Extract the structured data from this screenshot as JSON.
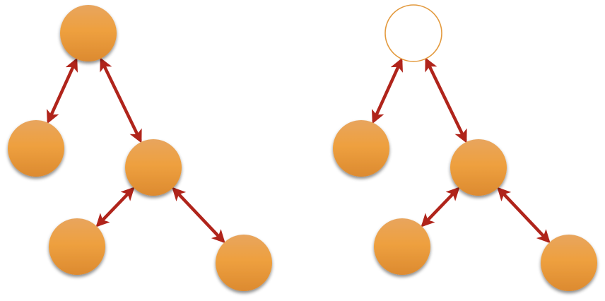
{
  "colors": {
    "node_fill_top": "#e8a55e",
    "node_fill_mid": "#eea03f",
    "node_fill_bottom": "#dc8a30",
    "node_outline": "#e39a3e",
    "edge": "#b0241b"
  },
  "trees": [
    {
      "name": "left-tree",
      "nodes": [
        {
          "id": "root",
          "filled": true
        },
        {
          "id": "left-child",
          "filled": true
        },
        {
          "id": "right-child",
          "filled": true
        },
        {
          "id": "right-left-grandchild",
          "filled": true
        },
        {
          "id": "right-right-grandchild",
          "filled": true
        }
      ],
      "edges": [
        [
          "root",
          "left-child"
        ],
        [
          "root",
          "right-child"
        ],
        [
          "right-child",
          "right-left-grandchild"
        ],
        [
          "right-child",
          "right-right-grandchild"
        ]
      ],
      "edge_style": "double-arrow"
    },
    {
      "name": "right-tree",
      "nodes": [
        {
          "id": "root",
          "filled": false
        },
        {
          "id": "left-child",
          "filled": true
        },
        {
          "id": "right-child",
          "filled": true
        },
        {
          "id": "right-left-grandchild",
          "filled": true
        },
        {
          "id": "right-right-grandchild",
          "filled": true
        }
      ],
      "edges": [
        [
          "root",
          "left-child"
        ],
        [
          "root",
          "right-child"
        ],
        [
          "right-child",
          "right-left-grandchild"
        ],
        [
          "right-child",
          "right-right-grandchild"
        ]
      ],
      "edge_style": "double-arrow"
    }
  ]
}
